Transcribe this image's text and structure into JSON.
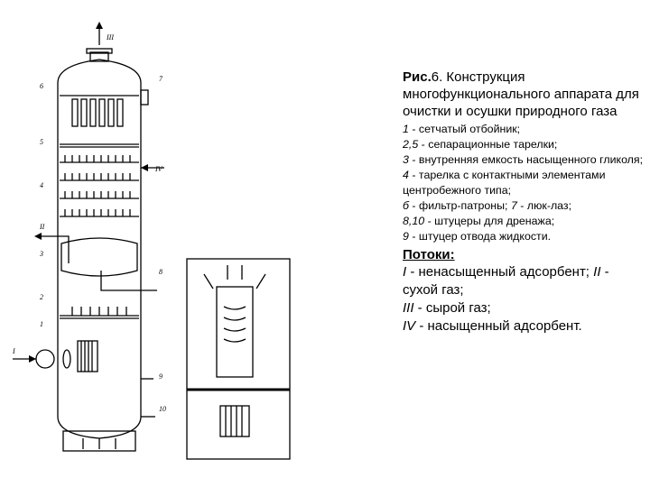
{
  "figure": {
    "title_prefix": "Рис.",
    "title_number": "6",
    "title_text": ". Конструкция многофункционального аппарата для очистки и осушки природного газа"
  },
  "legend": [
    {
      "key": "1",
      "text": " - сетчатый отбойник;"
    },
    {
      "key": "2,5",
      "text": " - сепарационные тарелки;"
    },
    {
      "key": "3",
      "text": " - внутренняя емкость насыщенного гликоля;"
    },
    {
      "key": "4",
      "text": " - тарелка с контактными элементами центробежного типа;"
    },
    {
      "key": "б",
      "text": " - фильтр-патроны;"
    },
    {
      "key": "7",
      "text": " - люк-лаз;"
    },
    {
      "key": "8,10",
      "text": " - штуцеры для дренажа;"
    },
    {
      "key": "9",
      "text": " - штуцер отвода жидкости."
    }
  ],
  "flows": {
    "heading": "Потоки:",
    "items": [
      {
        "key": "I",
        "text": " - ненасыщенный адсорбент;"
      },
      {
        "key": "II",
        "text": " - сухой газ;"
      },
      {
        "key": "III",
        "text": " - сырой газ;"
      },
      {
        "key": "IV",
        "text": " - насыщенный адсорбент."
      }
    ]
  },
  "diagram_labels": {
    "top_outlet": "III",
    "side_iv": "IV",
    "side_ii": "II",
    "side_i": "I",
    "n1": "1",
    "n2": "2",
    "n3": "3",
    "n4": "4",
    "n5": "5",
    "n6": "6",
    "n7": "7",
    "n8": "8",
    "n9": "9",
    "n10": "10"
  }
}
